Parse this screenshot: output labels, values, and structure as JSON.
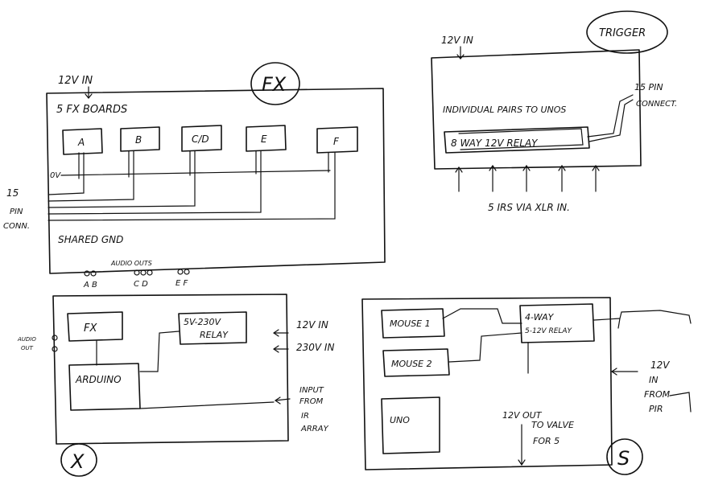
{
  "fx_panel": {
    "badge": "FX",
    "power_in": "12V IN",
    "title": "5 FX BOARDS",
    "boards": [
      "A",
      "B",
      "C/D",
      "E",
      "F"
    ],
    "zero_v": "0V",
    "pin_label": "15",
    "pin_label2": "PIN",
    "pin_label3": "CONN.",
    "shared_gnd": "SHARED GND",
    "audio_outs": "AUDIO OUTS",
    "audio_pairs": [
      "A B",
      "C D",
      "E F"
    ]
  },
  "trigger_panel": {
    "badge": "TRIGGER",
    "power_in": "12V IN",
    "pairs_label": "INDIVIDUAL PAIRS TO UNOS",
    "relay": "8 WAY 12V RELAY",
    "pin_label": "15 PIN",
    "pin_label2": "CONNECT.",
    "irs": "5 IRS VIA XLR IN."
  },
  "x_panel": {
    "badge": "X",
    "fx": "FX",
    "arduino": "ARDUINO",
    "relay_line1": "5V-230V",
    "relay_line2": "RELAY",
    "power_12v": "12V IN",
    "power_230v": "230V IN",
    "audio_out_1": "AUDIO",
    "audio_out_2": "OUT",
    "input_1": "INPUT",
    "input_2": "FROM",
    "input_3": "IR",
    "input_4": "ARRAY"
  },
  "s_panel": {
    "badge": "S",
    "mouse1": "MOUSE 1",
    "mouse2": "MOUSE 2",
    "uno": "UNO",
    "relay_line1": "4-WAY",
    "relay_line2": "5-12V RELAY",
    "out_1": "12V OUT",
    "out_2": "TO VALVE",
    "out_3": "FOR 5",
    "in_1": "12V",
    "in_2": "IN",
    "in_3": "FROM",
    "in_4": "PIR"
  }
}
